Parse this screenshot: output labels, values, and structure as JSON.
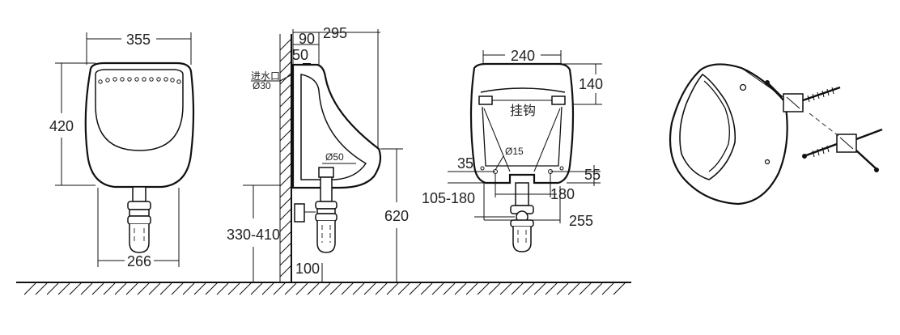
{
  "front_view": {
    "width_top": "355",
    "height": "420",
    "width_bottom": "266"
  },
  "side_view": {
    "offset_90": "90",
    "depth": "295",
    "offset_50": "50",
    "inlet_label": "进水口",
    "inlet_dia": "Ø30",
    "outlet_dia": "Ø50",
    "outlet_height": "330-410",
    "floor_gap": "100",
    "rim_height": "620"
  },
  "back_view": {
    "hook_width": "240",
    "hook_height": "140",
    "hook_label": "挂钩",
    "hole_dia": "Ø15",
    "dim_35": "35",
    "dim_55": "55",
    "dim_105_180": "105-180",
    "dim_180": "180",
    "dim_255": "255"
  }
}
